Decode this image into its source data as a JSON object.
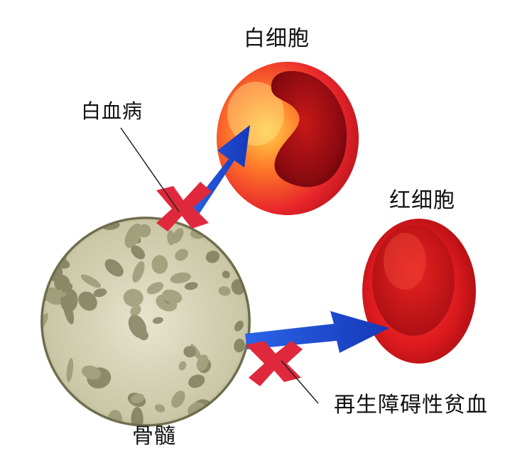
{
  "labels": {
    "white_blood_cell": "白细胞",
    "leukemia": "白血病",
    "red_blood_cell": "红细胞",
    "aplastic_anemia": "再生障碍性贫血",
    "bone_marrow": "骨髓"
  },
  "colors": {
    "arrow": "#1f4fd8",
    "cross": "#e0283c",
    "wbc_body": "#e8262b",
    "rbc_body": "#d8141b",
    "marrow": "#c8c8a8"
  },
  "icons": {
    "arrows": "arrow-icon",
    "blocked": "cross-icon"
  }
}
